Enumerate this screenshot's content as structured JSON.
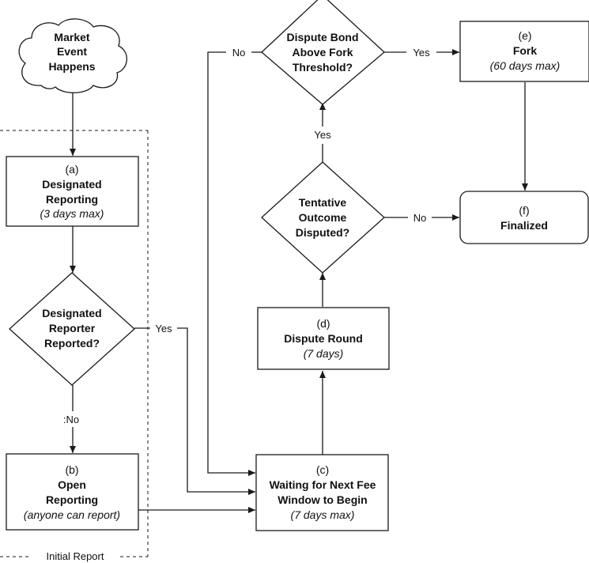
{
  "nodes": {
    "market_event": {
      "lines": [
        "Market",
        "Event",
        "Happens"
      ]
    },
    "designated_reporting": {
      "letter": "(a)",
      "title_lines": [
        "Designated",
        "Reporting"
      ],
      "note": "(3 days max)"
    },
    "designated_reported": {
      "lines": [
        "Designated",
        "Reporter",
        "Reported?"
      ]
    },
    "open_reporting": {
      "letter": "(b)",
      "title_lines": [
        "Open",
        "Reporting"
      ],
      "note": "(anyone can report)"
    },
    "waiting_fee_window": {
      "letter": "(c)",
      "title_lines": [
        "Waiting for Next Fee",
        "Window to Begin"
      ],
      "note": "(7 days max)"
    },
    "dispute_round": {
      "letter": "(d)",
      "title_lines": [
        "Dispute Round"
      ],
      "note": "(7 days)"
    },
    "tentative_disputed": {
      "lines": [
        "Tentative",
        "Outcome",
        "Disputed?"
      ]
    },
    "dispute_bond": {
      "lines": [
        "Dispute Bond",
        "Above Fork",
        "Threshold?"
      ]
    },
    "fork": {
      "letter": "(e)",
      "title_lines": [
        "Fork"
      ],
      "note": "(60 days max)"
    },
    "finalized": {
      "letter": "(f)",
      "title_lines": [
        "Finalized"
      ]
    }
  },
  "edge_labels": {
    "reported_yes": "Yes",
    "reported_no": ":No​",
    "disputed_yes": "Yes",
    "disputed_no": "No",
    "bond_yes": "Yes",
    "bond_no": "No"
  },
  "group_label": "Initial Report"
}
